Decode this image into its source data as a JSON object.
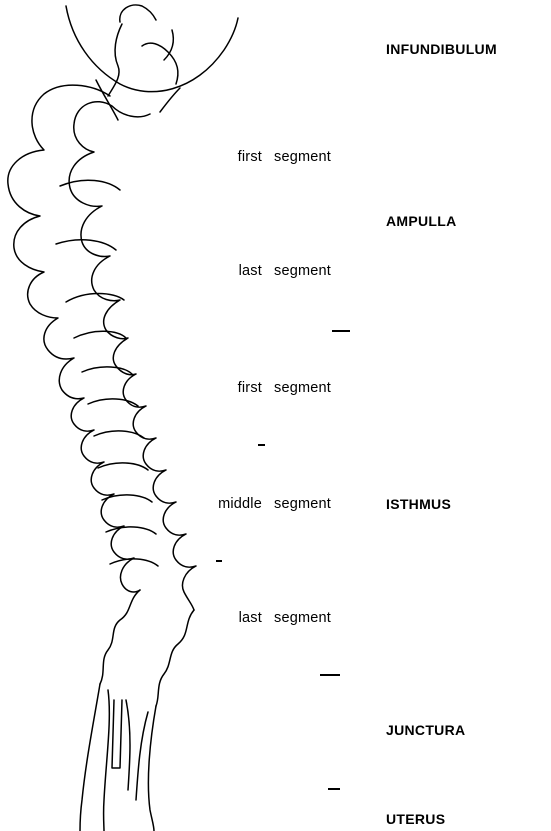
{
  "regions": {
    "infundibulum": "INFUNDIBULUM",
    "ampulla": "AMPULLA",
    "isthmus": "ISTHMUS",
    "junctura": "JUNCTURA",
    "uterus": "UTERUS"
  },
  "segments": [
    {
      "position": "first",
      "word": "segment"
    },
    {
      "position": "last",
      "word": "segment"
    },
    {
      "position": "first",
      "word": "segment"
    },
    {
      "position": "middle",
      "word": "segment"
    },
    {
      "position": "last",
      "word": "segment"
    }
  ],
  "icons": {
    "drawing": "oviduct-illustration"
  }
}
